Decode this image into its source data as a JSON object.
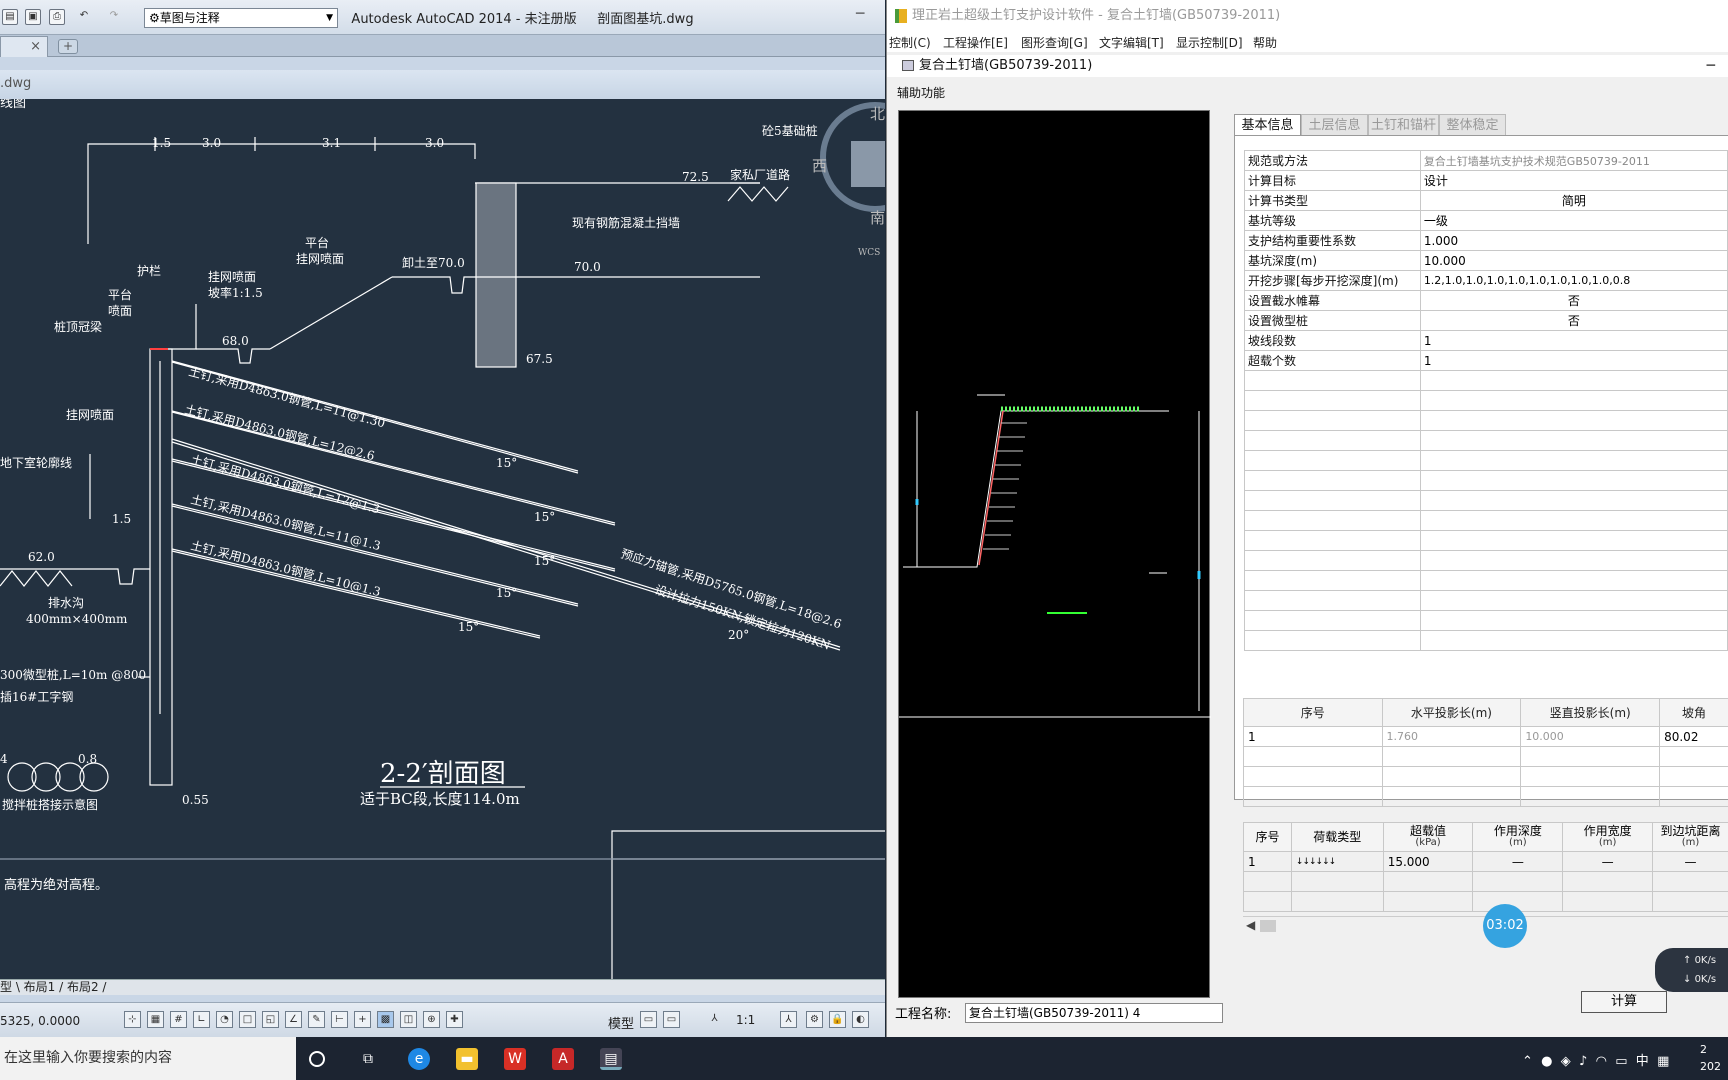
{
  "acad": {
    "workspace": "草图与注释",
    "title": "Autodesk AutoCAD 2014 - 未注册版",
    "filename": "剖面图基坑.dwg",
    "tab_label": "×",
    "drawing_window_title": ".dwg",
    "viewport_label": "线图",
    "compass": {
      "north": "北",
      "west": "西",
      "south": "南",
      "wcs": "WCS"
    },
    "layout_tabs": "型 \\ 布局1 / 布局2 /",
    "coords": "5325, 0.0000",
    "model_label": "模型",
    "scale_label": "1:1",
    "drawing": {
      "dims_top": [
        "1.5",
        "3.0",
        "3.1",
        "3.0"
      ],
      "labels": [
        "砼5基础桩",
        "家私厂道路",
        "现有钢筋混凝土挡墙",
        "平台",
        "挂网喷面",
        "卸土至70.0",
        "护栏",
        "挂网喷面",
        "坡率1:1.5",
        "平台",
        "喷面",
        "桩顶冠梁",
        "68.0",
        "67.5",
        "挂网喷面",
        "地下室轮廓线",
        "1.5",
        "62.0",
        "排水沟",
        "400mm×400mm",
        "300微型桩,L=10m @800",
        "插16#工字钢",
        "72.5",
        "70.0"
      ],
      "nails": [
        "土钉,采用D48δ3.0钢管,L=11@1.30",
        "土钉,采用D48δ3.0钢管,L=12@2.6",
        "土钉,采用D48δ3.0钢管,L=12@1.3",
        "土钉,采用D48δ3.0钢管,L=11@1.3",
        "土钉,采用D48δ3.0钢管,L=10@1.3"
      ],
      "anchor": [
        "预应力锚管,采用D57δ5.0钢管,L=18@2.6",
        "设计拉力150KN,锁定拉力120KN"
      ],
      "angles": [
        "15°",
        "15°",
        "15°",
        "15°",
        "15°",
        "20°"
      ],
      "section_title": "2-2′剖面图",
      "section_sub": "适于BC段,长度114.0m",
      "pile_legend": "搅拌桩搭接示意图",
      "dim_055": "0.55",
      "dim_08": "0.8",
      "dim_4": "4",
      "footer_note": "高程为绝对高程。"
    }
  },
  "app": {
    "title": "理正岩土超级土钉支护设计软件 - 复合土钉墙(GB50739-2011)",
    "menu": [
      "控制(C)",
      "工程操作[E]",
      "图形查询[G]",
      "文字编辑[T]",
      "显示控制[D]",
      "帮助"
    ],
    "child_title": "复合土钉墙(GB50739-2011)",
    "aux": "辅助功能",
    "tabs": [
      "基本信息",
      "土层信息",
      "土钉和锚杆",
      "整体稳定"
    ],
    "props": [
      {
        "k": "规范或方法",
        "v": "复合土钉墙基坑支护技术规范GB50739-2011"
      },
      {
        "k": "计算目标",
        "v": "设计"
      },
      {
        "k": "计算书类型",
        "v": "简明"
      },
      {
        "k": "基坑等级",
        "v": "一级"
      },
      {
        "k": "支护结构重要性系数",
        "v": "1.000"
      },
      {
        "k": "基坑深度(m)",
        "v": "10.000"
      },
      {
        "k": "开挖步骤[每步开挖深度](m)",
        "v": "1.2,1.0,1.0,1.0,1.0,1.0,1.0,1.0,1.0,0.8"
      },
      {
        "k": "设置截水帷幕",
        "v": "否"
      },
      {
        "k": "设置微型桩",
        "v": "否"
      },
      {
        "k": "坡线段数",
        "v": "1"
      },
      {
        "k": "超载个数",
        "v": "1"
      }
    ],
    "slope_table": {
      "headers": [
        "序号",
        "水平投影长(m)",
        "竖直投影长(m)",
        "坡角"
      ],
      "rows": [
        [
          "1",
          "1.760",
          "10.000",
          "80.02"
        ]
      ]
    },
    "load_table": {
      "headers": [
        [
          "序号",
          ""
        ],
        [
          "荷载类型",
          ""
        ],
        [
          "超载值",
          "(kPa)"
        ],
        [
          "作用深度",
          "(m)"
        ],
        [
          "作用宽度",
          "(m)"
        ],
        [
          "到边坑距离",
          "(m)"
        ]
      ],
      "rows": [
        [
          "1",
          "↓↓↓↓↓↓",
          "15.000",
          "—",
          "—",
          "—"
        ]
      ]
    },
    "calc_button": "计算",
    "project_label": "工程名称:",
    "project_name": "复合土钉墙(GB50739-2011) 4",
    "timer": "03:02",
    "net_up": "0K/s",
    "net_down": "0K/s"
  },
  "taskbar": {
    "search": "在这里输入你要搜索的内容",
    "tray": "中",
    "clock_time": "2",
    "clock_date": "202"
  },
  "colors": {
    "cad_bg": "#233140",
    "preview_bg": "#000000",
    "accent": "#35a3e0"
  }
}
